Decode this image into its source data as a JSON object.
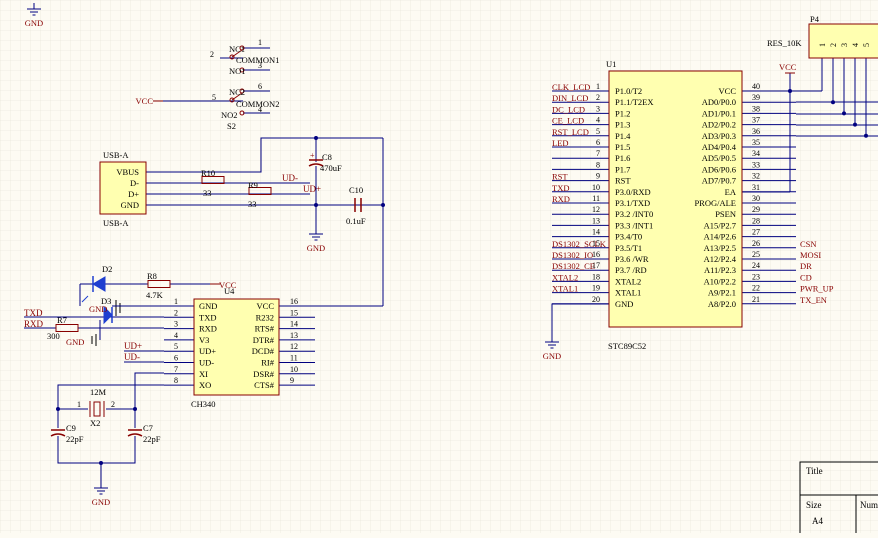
{
  "colors": {
    "background": "#fdfbf3",
    "grid": "#e4e2d6",
    "wire": "#000080",
    "component_fill": "#ffffb0",
    "component_stroke": "#880000",
    "net_label": "#880000",
    "text": "#000000",
    "led": "#1f3fd0"
  },
  "top_gnd": "GND",
  "s2": {
    "nc1": "NC1",
    "common1": "COMMON1",
    "no1": "NO1",
    "nc2": "NC2",
    "common2": "COMMON2",
    "no2": "NO2",
    "pins": [
      "1",
      "2",
      "3",
      "5",
      "6",
      "4"
    ],
    "designator": "S2",
    "vcc": "VCC"
  },
  "usb": {
    "header": "USB-A",
    "footer": "USB-A",
    "pins": [
      "VBUS",
      "D-",
      "D+",
      "GND"
    ],
    "r10": "R10",
    "r10_val": "33",
    "r9": "R9",
    "r9_val": "33",
    "net_dm": "UD-",
    "net_dp": "UD+",
    "c8": "C8",
    "c8_val": "470uF",
    "c10": "C10",
    "c10_val": "0.1uF",
    "gnd": "GND"
  },
  "leds": {
    "d2": "D2",
    "d3": "D3",
    "r8": "R8",
    "r8_val": "4.7K",
    "vcc": "VCC",
    "r7": "R7",
    "r7_val": "300",
    "gnd1": "GND",
    "gnd2": "GND"
  },
  "ch340": {
    "designator": "U4",
    "part": "CH340",
    "left_pins": [
      {
        "num": "1",
        "name": "GND"
      },
      {
        "num": "2",
        "name": "TXD"
      },
      {
        "num": "3",
        "name": "RXD"
      },
      {
        "num": "4",
        "name": "V3"
      },
      {
        "num": "5",
        "name": "UD+"
      },
      {
        "num": "6",
        "name": "UD-"
      },
      {
        "num": "7",
        "name": "XI"
      },
      {
        "num": "8",
        "name": "XO"
      }
    ],
    "right_pins": [
      {
        "num": "16",
        "name": "VCC"
      },
      {
        "num": "15",
        "name": "R232"
      },
      {
        "num": "14",
        "name": "RTS#"
      },
      {
        "num": "13",
        "name": "DTR#"
      },
      {
        "num": "12",
        "name": "DCD#"
      },
      {
        "num": "11",
        "name": "RI#"
      },
      {
        "num": "10",
        "name": "DSR#"
      },
      {
        "num": "9",
        "name": "CTS#"
      }
    ],
    "net_txd": "TXD",
    "net_rxd": "RXD",
    "net_udp": "UD+",
    "net_udm": "UD-"
  },
  "crystal": {
    "freq": "12M",
    "designator": "X2",
    "pin1": "1",
    "pin2": "2",
    "c9": "C9",
    "c9_val": "22pF",
    "c7": "C7",
    "c7_val": "22pF",
    "gnd": "GND"
  },
  "mcu": {
    "designator": "U1",
    "part": "STC89C52",
    "left_pins": [
      {
        "num": "1",
        "name": "P1.0/T2",
        "net": "CLK_LCD"
      },
      {
        "num": "2",
        "name": "P1.1/T2EX",
        "net": "DIN_LCD"
      },
      {
        "num": "3",
        "name": "P1.2",
        "net": "DC_LCD"
      },
      {
        "num": "4",
        "name": "P1.3",
        "net": "CE_LCD"
      },
      {
        "num": "5",
        "name": "P1.4",
        "net": "RST_LCD"
      },
      {
        "num": "6",
        "name": "P1.5",
        "net": "LED"
      },
      {
        "num": "7",
        "name": "P1.6",
        "net": ""
      },
      {
        "num": "8",
        "name": "P1.7",
        "net": ""
      },
      {
        "num": "9",
        "name": "RST",
        "net": "RST"
      },
      {
        "num": "10",
        "name": "P3.0/RXD",
        "net": "TXD"
      },
      {
        "num": "11",
        "name": "P3.1/TXD",
        "net": "RXD"
      },
      {
        "num": "12",
        "name": "P3.2 /INT0",
        "net": ""
      },
      {
        "num": "13",
        "name": "P3.3 /INT1",
        "net": ""
      },
      {
        "num": "14",
        "name": "P3.4/T0",
        "net": ""
      },
      {
        "num": "15",
        "name": "P3.5/T1",
        "net": "DS1302_SCLK"
      },
      {
        "num": "16",
        "name": "P3.6 /WR",
        "net": "DS1302_IO"
      },
      {
        "num": "17",
        "name": "P3.7 /RD",
        "net": "DS1302_CE"
      },
      {
        "num": "18",
        "name": "XTAL2",
        "net": "XTAL2"
      },
      {
        "num": "19",
        "name": "XTAL1",
        "net": "XTAL1"
      },
      {
        "num": "20",
        "name": "GND",
        "net": ""
      }
    ],
    "right_pins": [
      {
        "num": "40",
        "name": "VCC",
        "net": ""
      },
      {
        "num": "39",
        "name": "AD0/P0.0",
        "net": ""
      },
      {
        "num": "38",
        "name": "AD1/P0.1",
        "net": ""
      },
      {
        "num": "37",
        "name": "AD2/P0.2",
        "net": ""
      },
      {
        "num": "36",
        "name": "AD3/P0.3",
        "net": ""
      },
      {
        "num": "35",
        "name": "AD4/P0.4",
        "net": ""
      },
      {
        "num": "34",
        "name": "AD5/P0.5",
        "net": ""
      },
      {
        "num": "33",
        "name": "AD6/P0.6",
        "net": ""
      },
      {
        "num": "32",
        "name": "AD7/P0.7",
        "net": ""
      },
      {
        "num": "31",
        "name": "EA",
        "net": ""
      },
      {
        "num": "30",
        "name": "PROG/ALE",
        "net": ""
      },
      {
        "num": "29",
        "name": "PSEN",
        "net": ""
      },
      {
        "num": "28",
        "name": "A15/P2.7",
        "net": ""
      },
      {
        "num": "27",
        "name": "A14/P2.6",
        "net": ""
      },
      {
        "num": "26",
        "name": "A13/P2.5",
        "net": "CSN"
      },
      {
        "num": "25",
        "name": "A12/P2.4",
        "net": "MOSI"
      },
      {
        "num": "24",
        "name": "A11/P2.3",
        "net": "DR"
      },
      {
        "num": "23",
        "name": "A10/P2.2",
        "net": "CD"
      },
      {
        "num": "22",
        "name": "A9/P2.1",
        "net": "PWR_UP"
      },
      {
        "num": "21",
        "name": "A8/P2.0",
        "net": "TX_EN"
      }
    ],
    "vcc": "VCC",
    "gnd": "GND"
  },
  "p4": {
    "designator": "P4",
    "resistor": "RES_10K",
    "pins": [
      "1",
      "2",
      "3",
      "4",
      "5"
    ]
  },
  "title_block": {
    "title": "Title",
    "size": "Size",
    "size_val": "A4",
    "number": "Num"
  }
}
